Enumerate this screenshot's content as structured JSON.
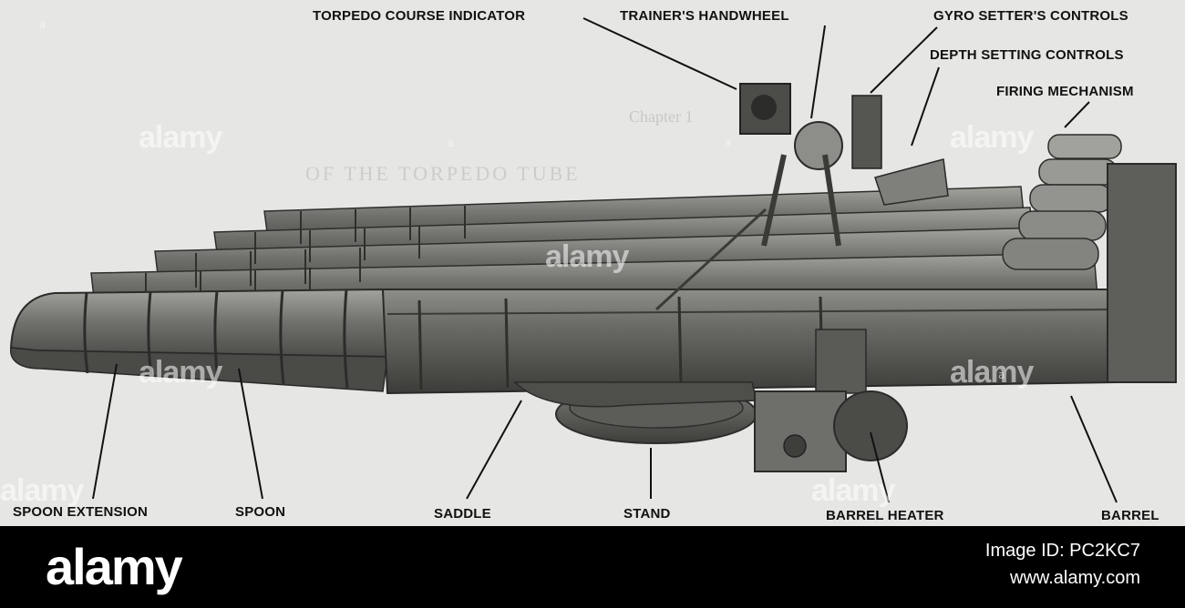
{
  "background_text": {
    "chapter": "Chapter 1",
    "heading": "OF THE TORPEDO TUBE"
  },
  "callouts": {
    "torpedo_course_indicator": "TORPEDO COURSE INDICATOR",
    "trainers_handwheel": "TRAINER'S HANDWHEEL",
    "gyro_setters_controls": "GYRO SETTER'S CONTROLS",
    "depth_setting_controls": "DEPTH SETTING CONTROLS",
    "firing_mechanism": "FIRING MECHANISM",
    "spoon_extension": "SPOON EXTENSION",
    "spoon": "SPOON",
    "saddle": "SADDLE",
    "stand": "STAND",
    "barrel_heater": "BARREL HEATER",
    "barrel": "BARREL"
  },
  "watermark": {
    "brand": "alamy",
    "badge": "a"
  },
  "footer": {
    "logo": "alamy",
    "image_id": "Image ID: PC2KC7",
    "url": "www.alamy.com"
  },
  "colors": {
    "figure_background": "#e6e6e4",
    "metal_dark": "#4a4a47",
    "metal_mid": "#6c6c68",
    "metal_light": "#9a9a95",
    "footer_background": "#000000"
  }
}
